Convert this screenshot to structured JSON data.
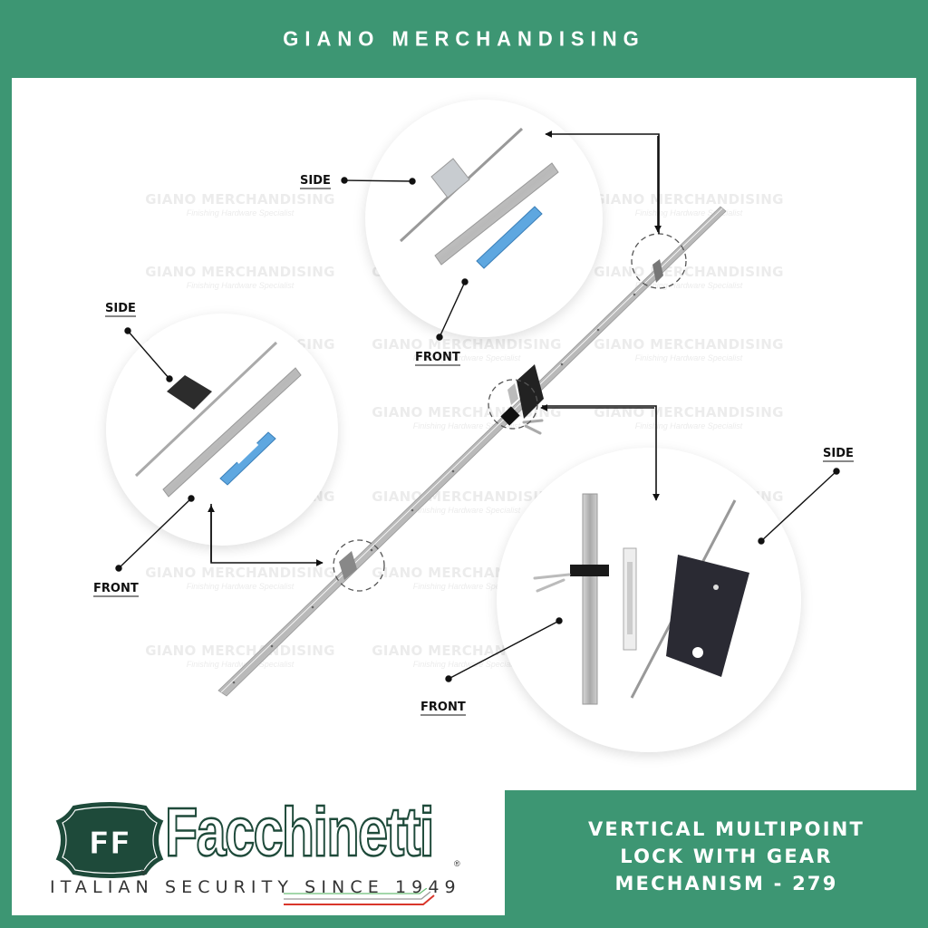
{
  "header": {
    "title": "GIANO MERCHANDISING"
  },
  "watermark": {
    "title": "GIANO MERCHANDISING",
    "subtitle": "Finishing Hardware Specialist",
    "rows_y": [
      220,
      300,
      380,
      455,
      548,
      632,
      718
    ],
    "cols_x": [
      150,
      400,
      645
    ]
  },
  "diagram": {
    "main_product": "multipoint-lock-rod",
    "callouts": [
      {
        "id": "top",
        "side_label": "SIDE",
        "front_label": "FRONT"
      },
      {
        "id": "left",
        "side_label": "SIDE",
        "front_label": "FRONT"
      },
      {
        "id": "bottom-right",
        "side_label": "SIDE",
        "front_label": "FRONT"
      }
    ]
  },
  "brand": {
    "emblem_letters": "FF",
    "name": "Facchinetti",
    "registered_mark": "®",
    "tagline": "ITALIAN SECURITY SINCE 1949"
  },
  "product": {
    "title_line1": "VERTICAL MULTIPOINT",
    "title_line2": "LOCK WITH GEAR",
    "title_line3": "MECHANISM - 279"
  },
  "colors": {
    "brand_green": "#3d9673",
    "emblem_green": "#1e4a3a",
    "label_text": "#111111",
    "strike_plate_blue": "#5ea7e0",
    "italy_green": "#4caf50",
    "italy_red": "#d9362b"
  }
}
